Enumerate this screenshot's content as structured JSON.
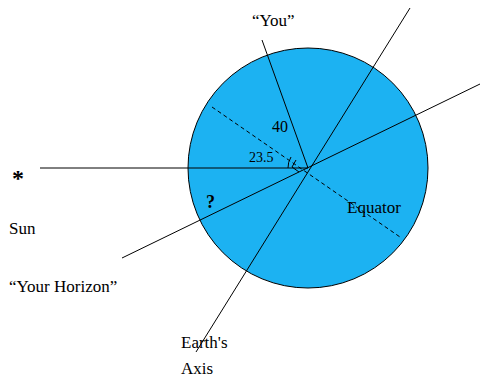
{
  "diagram": {
    "labels": [
      "“You”",
      "40",
      "23.5",
      "?",
      "Equator",
      "*",
      "Sun",
      "“Your Horizon”",
      "Earth's",
      "Axis"
    ]
  }
}
